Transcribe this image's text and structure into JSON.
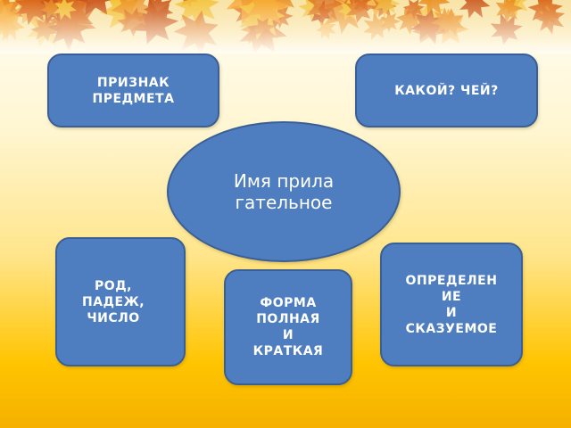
{
  "diagram": {
    "center": "Имя прилагательное",
    "nodes": {
      "top_left": "ПРИЗНАК\nПРЕДМЕТА",
      "top_right": "КАКОЙ? ЧЕЙ?",
      "bottom_left": "РОД,\nПАДЕЖ,\nЧИСЛО",
      "bottom_center": "ФОРМА\nПОЛНАЯ\nИ\nКРАТКАЯ",
      "bottom_right": "ОПРЕДЕЛЕН\nИЕ\nИ\nСКАЗУЕМОЕ"
    }
  },
  "colors": {
    "node_fill": "#4f7ec0",
    "node_border": "#3a5f96",
    "text": "#ffffff",
    "leaf_orange": "#e8891c",
    "leaf_yellow": "#f3c23a"
  }
}
